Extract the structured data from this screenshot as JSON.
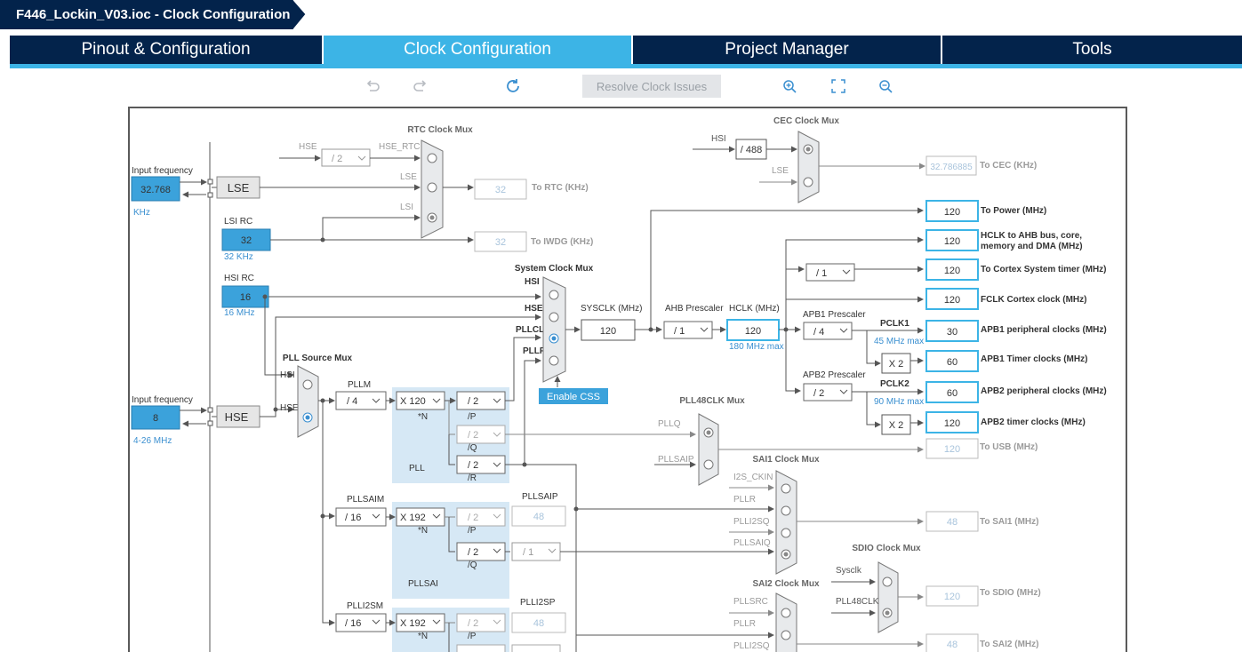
{
  "window": {
    "title": "F446_Lockin_V03.ioc - Clock Configuration"
  },
  "tabs": [
    {
      "label": "Pinout & Configuration",
      "active": false
    },
    {
      "label": "Clock Configuration",
      "active": true
    },
    {
      "label": "Project Manager",
      "active": false
    },
    {
      "label": "Tools",
      "active": false
    }
  ],
  "toolbar": {
    "resolve_label": "Resolve Clock Issues"
  },
  "colors": {
    "navy": "#03234b",
    "accent": "#3cb4e6",
    "input_fill": "#3ba2db",
    "pll_bg": "#d6e8f5",
    "box_border": "#3cb4e6"
  },
  "diagram": {
    "lse": {
      "input_label": "Input frequency",
      "value": "32.768",
      "unit": "KHz",
      "block": "LSE"
    },
    "lsi": {
      "label": "LSI RC",
      "value": "32",
      "unit": "32 KHz"
    },
    "hsi": {
      "label": "HSI RC",
      "value": "16",
      "unit": "16 MHz"
    },
    "hse": {
      "input_label": "Input frequency",
      "value": "8",
      "unit": "4-26 MHz",
      "block": "HSE"
    },
    "rtc_mux": {
      "title": "RTC Clock Mux",
      "in_hse": "HSE",
      "div": "/ 2",
      "in_hse_rtc": "HSE_RTC",
      "in_lse": "LSE",
      "in_lsi": "LSI",
      "out_rtc": "32",
      "out_rtc_label": "To RTC (KHz)",
      "out_iwdg": "32",
      "out_iwdg_label": "To IWDG (KHz)"
    },
    "cec_mux": {
      "title": "CEC Clock Mux",
      "in_hsi": "HSI",
      "div": "/ 488",
      "in_lse": "LSE",
      "out": "32.786885",
      "out_label": "To CEC (KHz)"
    },
    "sys_mux": {
      "title": "System Clock Mux",
      "in_hsi": "HSI",
      "in_hse": "HSE",
      "in_pllclk": "PLLCLK",
      "in_pllr": "PLLR",
      "css": "Enable CSS"
    },
    "sysclk": {
      "label": "SYSCLK (MHz)",
      "value": "120"
    },
    "ahb": {
      "label": "AHB Prescaler",
      "value": "/ 1"
    },
    "hclk": {
      "label": "HCLK (MHz)",
      "value": "120",
      "max": "180 MHz max"
    },
    "pll_src_mux": {
      "title": "PLL Source Mux",
      "in_hsi": "HSI",
      "in_hse": "HSE"
    },
    "pll": {
      "pllm_label": "PLLM",
      "pllm": "/ 4",
      "n": "X 120",
      "n_label": "*N",
      "p": "/ 2",
      "p_label": "/P",
      "q": "/ 2",
      "q_label": "/Q",
      "r": "/ 2",
      "r_label": "/R",
      "name": "PLL"
    },
    "pllsai": {
      "m_label": "PLLSAIM",
      "m": "/ 16",
      "n": "X 192",
      "n_label": "*N",
      "p": "/ 2",
      "p_label": "/P",
      "q": "/ 2",
      "q_label": "/Q",
      "q_div": "/ 1",
      "name": "PLLSAI",
      "out_label": "PLLSAIP",
      "out": "48"
    },
    "plli2s": {
      "m_label": "PLLI2SM",
      "m": "/ 16",
      "n": "X 192",
      "n_label": "*N",
      "p": "/ 2",
      "p_label": "/P",
      "out_label": "PLLI2SP",
      "out": "48"
    },
    "pll48_mux": {
      "title": "PLL48CLK Mux",
      "in_pllq": "PLLQ",
      "in_pllsaip": "PLLSAIP",
      "out": "120",
      "out_label": "To USB (MHz)"
    },
    "sai1_mux": {
      "title": "SAI1 Clock Mux",
      "in1": "I2S_CKIN",
      "in2": "PLLR",
      "in3": "PLLI2SQ",
      "in4": "PLLSAIQ",
      "out": "48",
      "out_label": "To SAI1 (MHz)"
    },
    "sai2_mux": {
      "title": "SAI2 Clock Mux",
      "in1": "PLLSRC",
      "in2": "PLLR",
      "in3": "PLLI2SQ"
    },
    "sdio_mux": {
      "title": "SDIO Clock Mux",
      "in1": "Sysclk",
      "in2": "PLL48CLK",
      "out": "120",
      "out_label": "To SDIO (MHz)"
    },
    "sai2_out": {
      "out": "48",
      "out_label": "To SAI2 (MHz)"
    },
    "outputs": {
      "power": {
        "value": "120",
        "label": "To Power (MHz)"
      },
      "hclk_ahb": {
        "value": "120",
        "label1": "HCLK to AHB bus, core,",
        "label2": "memory and DMA (MHz)"
      },
      "cortex_div": "/ 1",
      "cortex": {
        "value": "120",
        "label": "To Cortex System timer (MHz)"
      },
      "fclk": {
        "value": "120",
        "label": "FCLK Cortex clock (MHz)"
      },
      "apb1_label": "APB1 Prescaler",
      "apb1_div": "/ 4",
      "pclk1": "PCLK1",
      "pclk1_max": "45 MHz max",
      "apb1_periph": {
        "value": "30",
        "label": "APB1 peripheral clocks (MHz)"
      },
      "apb1_x2": "X 2",
      "apb1_timer": {
        "value": "60",
        "label": "APB1 Timer clocks (MHz)"
      },
      "apb2_label": "APB2 Prescaler",
      "apb2_div": "/ 2",
      "pclk2": "PCLK2",
      "pclk2_max": "90 MHz max",
      "apb2_periph": {
        "value": "60",
        "label": "APB2 peripheral clocks (MHz)"
      },
      "apb2_x2": "X 2",
      "apb2_timer": {
        "value": "120",
        "label": "APB2 timer clocks (MHz)"
      }
    }
  }
}
